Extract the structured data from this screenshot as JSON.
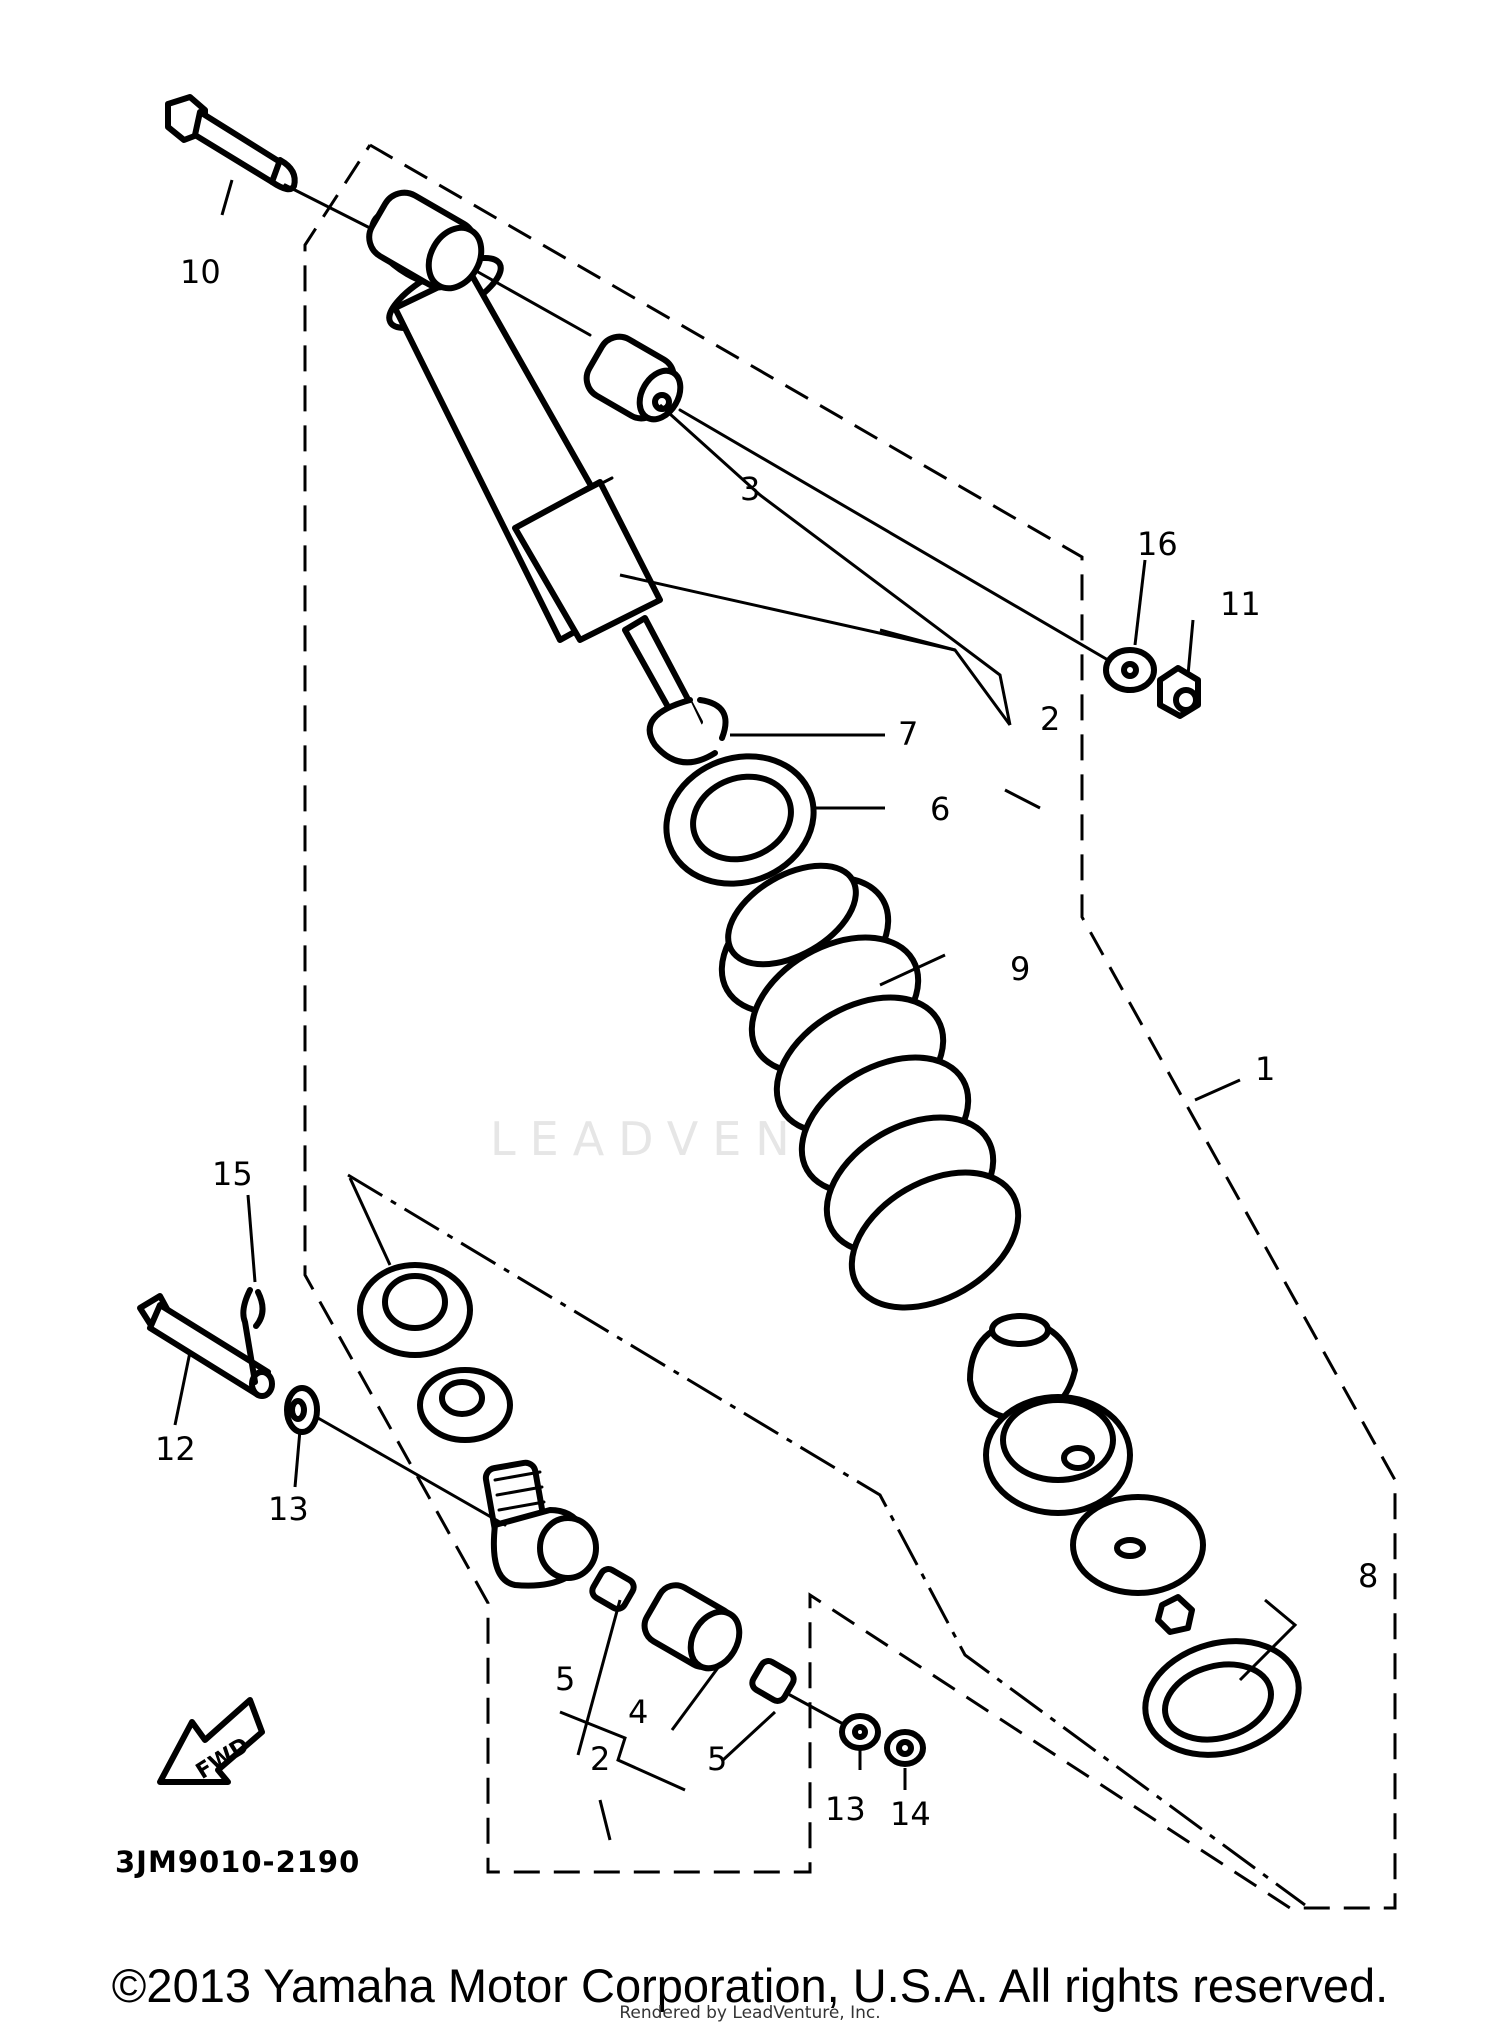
{
  "diagram": {
    "callouts": [
      {
        "id": "c1",
        "text": "1"
      },
      {
        "id": "c2a",
        "text": "2"
      },
      {
        "id": "c2b",
        "text": "2"
      },
      {
        "id": "c3",
        "text": "3"
      },
      {
        "id": "c4",
        "text": "4"
      },
      {
        "id": "c5a",
        "text": "5"
      },
      {
        "id": "c5b",
        "text": "5"
      },
      {
        "id": "c6",
        "text": "6"
      },
      {
        "id": "c7",
        "text": "7"
      },
      {
        "id": "c8",
        "text": "8"
      },
      {
        "id": "c9",
        "text": "9"
      },
      {
        "id": "c10",
        "text": "10"
      },
      {
        "id": "c11",
        "text": "11"
      },
      {
        "id": "c12",
        "text": "12"
      },
      {
        "id": "c13a",
        "text": "13"
      },
      {
        "id": "c13b",
        "text": "13"
      },
      {
        "id": "c14",
        "text": "14"
      },
      {
        "id": "c15",
        "text": "15"
      },
      {
        "id": "c16",
        "text": "16"
      }
    ],
    "fwd_label": "FWD",
    "drawing_code": "3JM9010-2190",
    "watermark": "LEADVENTURE"
  },
  "footer": {
    "copyright": "©2013 Yamaha Motor Corporation, U.S.A. All rights reserved.",
    "rendered_by": "Rendered by LeadVenture, Inc."
  }
}
